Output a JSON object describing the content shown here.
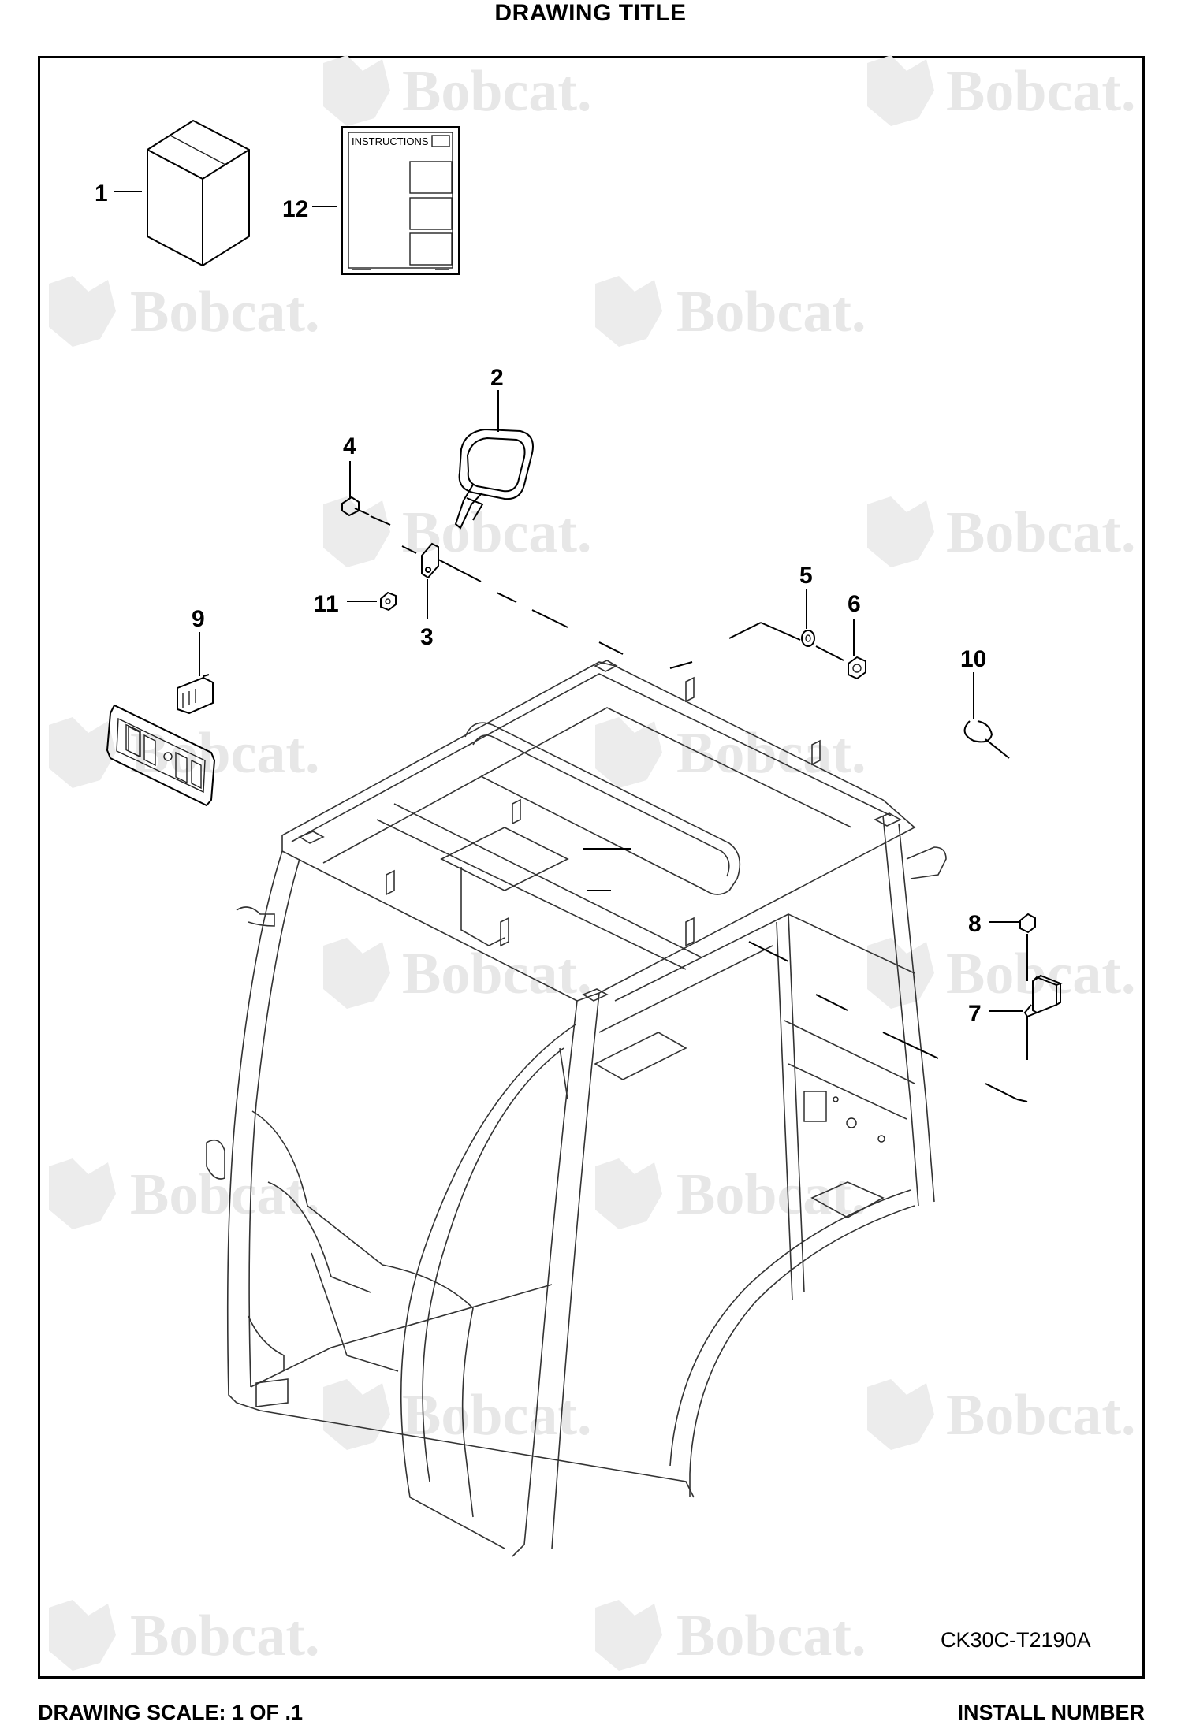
{
  "header": {
    "title": "DRAWING TITLE"
  },
  "footer": {
    "scale": "DRAWING SCALE: 1 OF .1",
    "install": "INSTALL NUMBER"
  },
  "drawing": {
    "reference_code": "CK30C-T2190A",
    "instructions_sheet_label": "INSTRUCTIONS",
    "watermark_text": "Bobcat.",
    "callouts": {
      "c1": "1",
      "c2": "2",
      "c3": "3",
      "c4": "4",
      "c5": "5",
      "c6": "6",
      "c7": "7",
      "c8": "8",
      "c9": "9",
      "c10": "10",
      "c11": "11",
      "c12": "12"
    }
  },
  "colors": {
    "ink": "#000000",
    "watermark": "#e7e7e7",
    "background": "#ffffff"
  }
}
